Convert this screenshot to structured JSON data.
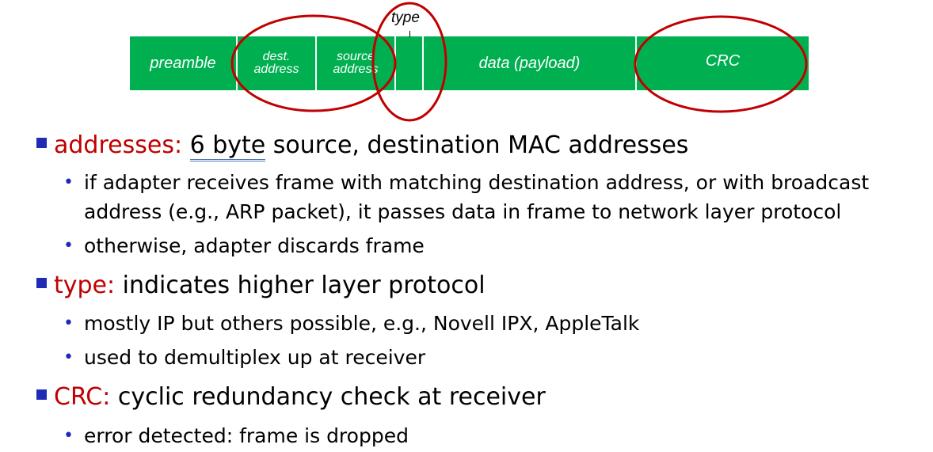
{
  "frame": {
    "fields": [
      {
        "id": "preamble",
        "label": "preamble"
      },
      {
        "id": "dest",
        "label_line1": "dest.",
        "label_line2": "address"
      },
      {
        "id": "source",
        "label_line1": "source",
        "label_line2": "address"
      },
      {
        "id": "data",
        "label": "data (payload)"
      },
      {
        "id": "crc",
        "label": "CRC"
      }
    ],
    "type_label": "type",
    "fill_color": "#00b050",
    "highlight_color": "#c00000"
  },
  "bullets": [
    {
      "term": "addresses:",
      "underlined": "6 byte",
      "rest": " source, destination MAC addresses",
      "subs": [
        "if adapter receives frame with matching destination address, or with broadcast address (e.g., ARP packet), it passes data in frame to network layer protocol",
        "otherwise, adapter discards frame"
      ]
    },
    {
      "term": "type:",
      "rest": " indicates higher layer protocol",
      "subs": [
        "mostly IP but others possible, e.g., Novell IPX, AppleTalk",
        "used to demultiplex up at receiver"
      ]
    },
    {
      "term": "CRC:",
      "rest": " cyclic redundancy check at receiver",
      "subs": [
        "error detected: frame is dropped"
      ]
    }
  ]
}
